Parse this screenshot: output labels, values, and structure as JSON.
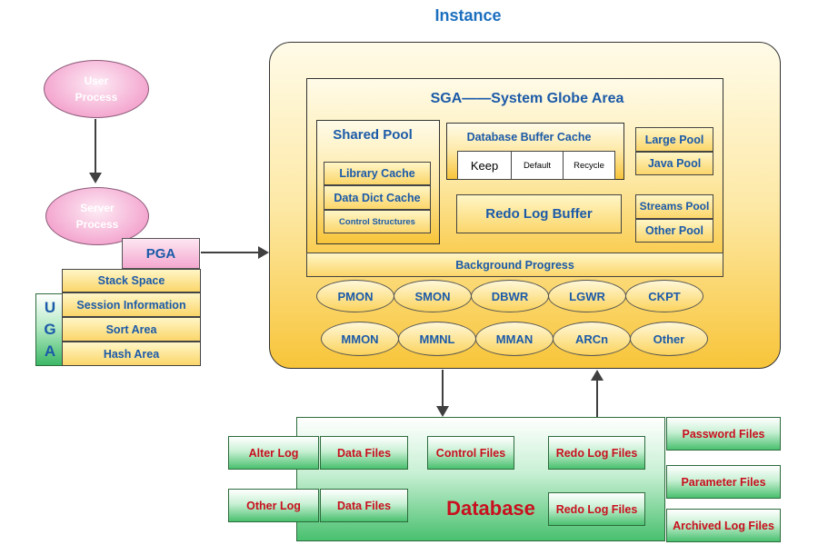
{
  "instance": {
    "title": "Instance"
  },
  "user_process": {
    "label": "User\nProcess"
  },
  "server_process": {
    "label": "Server\nProcess"
  },
  "pga": {
    "label": "PGA",
    "items": [
      "Stack Space",
      "Session Information",
      "Sort Area",
      "Hash Area"
    ]
  },
  "uga": {
    "letters": [
      "U",
      "G",
      "A"
    ]
  },
  "sga": {
    "title": "SGA——System Globe Area",
    "shared_pool": {
      "title": "Shared Pool",
      "items": [
        "Library Cache",
        "Data Dict Cache",
        "Control Structures"
      ]
    },
    "buffer_cache": {
      "title": "Database Buffer Cache",
      "parts": [
        "Keep",
        "Default",
        "Recycle"
      ]
    },
    "redo_log_buffer": "Redo Log Buffer",
    "large_pool": "Large Pool",
    "java_pool": "Java Pool",
    "streams_pool": "Streams Pool",
    "other_pool": "Other Pool",
    "background": "Background Progress"
  },
  "processes": {
    "row1": [
      "PMON",
      "SMON",
      "DBWR",
      "LGWR",
      "CKPT"
    ],
    "row2": [
      "MMON",
      "MMNL",
      "MMAN",
      "ARCn",
      "Other"
    ]
  },
  "database": {
    "title": "Database",
    "left": [
      "Alter Log",
      "Other Log"
    ],
    "inner": [
      "Data Files",
      "Control Files",
      "Redo Log Files",
      "Data Files",
      "Redo Log Files"
    ],
    "right": [
      "Password  Files",
      "Parameter Files",
      "Archived Log Files"
    ]
  },
  "colors": {
    "blue_text": "#1b5aa8",
    "red_text": "#c8101e",
    "green": "#49c06f",
    "yellow": "#f8c53a",
    "pink": "#f4a8d0"
  }
}
